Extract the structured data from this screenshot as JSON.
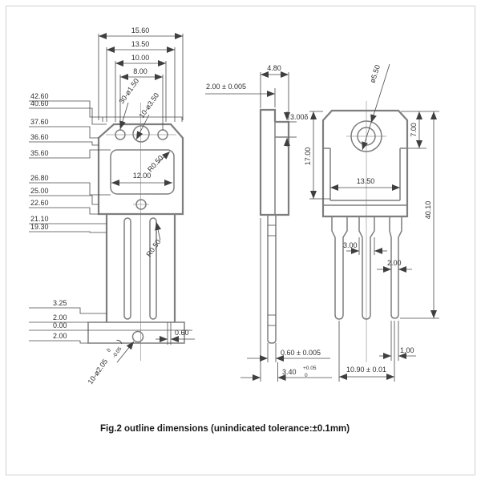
{
  "caption": "Fig.2 outline dimensions (unindicated tolerance:±0.1mm)",
  "front": {
    "top_dims": [
      "15.60",
      "13.50",
      "10.00",
      "8.00"
    ],
    "left_dims": [
      "42.60",
      "40.60",
      "37.60",
      "36.60",
      "35.60",
      "26.80",
      "25.00",
      "22.60",
      "21.10",
      "19.30"
    ],
    "datum_dims": [
      "3.25",
      "2.00",
      "0.00",
      "2.00"
    ],
    "recess_width": "12.00",
    "recess_radius": "R0.50",
    "leg_radius": "R0.50",
    "holes_small": "30-ø1.50",
    "hole_big": "10-ø3.50",
    "tab_offset": "0.60",
    "pin_dia": "10-ø2.05",
    "pin_dia_sup": "0",
    "pin_dia_sub": "-0.05",
    "pin_dia_close": ")"
  },
  "side": {
    "width": "4.80",
    "tab_thickness": "2.00 ± 0.005",
    "flange_step": "3.00δ",
    "pin_thickness": "0.60 ± 0.005",
    "base_width": "3.40",
    "base_sup": "+0.05",
    "base_sub": "0"
  },
  "back": {
    "hole_dia": "ø5.50",
    "hole_center_from_top": "7.00",
    "tab_height": "17.00",
    "inner_width": "13.50",
    "overall_height": "40.10",
    "lead_shoulder": "3.00",
    "lead_width": "2.00",
    "lead_tip": "1.00",
    "lead_span": "10.90 ± 0.01"
  }
}
